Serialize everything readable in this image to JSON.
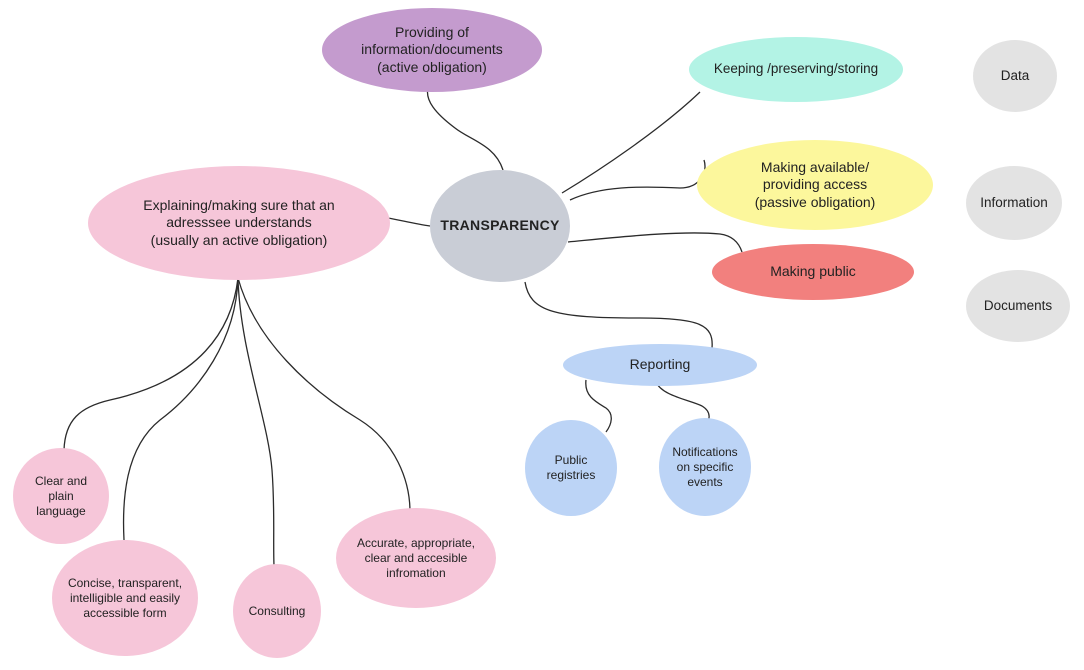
{
  "nodes": {
    "transparency": {
      "label": "TRANSPARENCY",
      "color": "#c9cdd6"
    },
    "providing": {
      "label": "Providing of\ninformation/documents\n(active obligation)",
      "color": "#c49bce"
    },
    "keeping": {
      "label": "Keeping /preserving/storing",
      "color": "#b3f3e5"
    },
    "making_available": {
      "label": "Making available/\nproviding access\n(passive obligation)",
      "color": "#fcf79c"
    },
    "making_public": {
      "label": "Making public",
      "color": "#f2807e"
    },
    "explaining": {
      "label": "Explaining/making sure that an\nadresssee understands\n(usually an active obligation)",
      "color": "#f6c6d9"
    },
    "reporting": {
      "label": "Reporting",
      "color": "#bcd4f6"
    },
    "public_registries": {
      "label": "Public\nregistries",
      "color": "#bcd4f6"
    },
    "notifications": {
      "label": "Notifications\non specific\nevents",
      "color": "#bcd4f6"
    },
    "clear_plain": {
      "label": "Clear and\nplain\nlanguage",
      "color": "#f6c6d9"
    },
    "concise": {
      "label": "Concise, transparent,\nintelligible and easily\naccessible form",
      "color": "#f6c6d9"
    },
    "consulting": {
      "label": "Consulting",
      "color": "#f6c6d9"
    },
    "accurate": {
      "label": "Accurate, appropriate,\nclear and accesible\ninfromation",
      "color": "#f6c6d9"
    },
    "data": {
      "label": "Data",
      "color": "#e3e3e3"
    },
    "information": {
      "label": "Information",
      "color": "#e3e3e3"
    },
    "documents": {
      "label": "Documents",
      "color": "#e3e3e3"
    }
  }
}
